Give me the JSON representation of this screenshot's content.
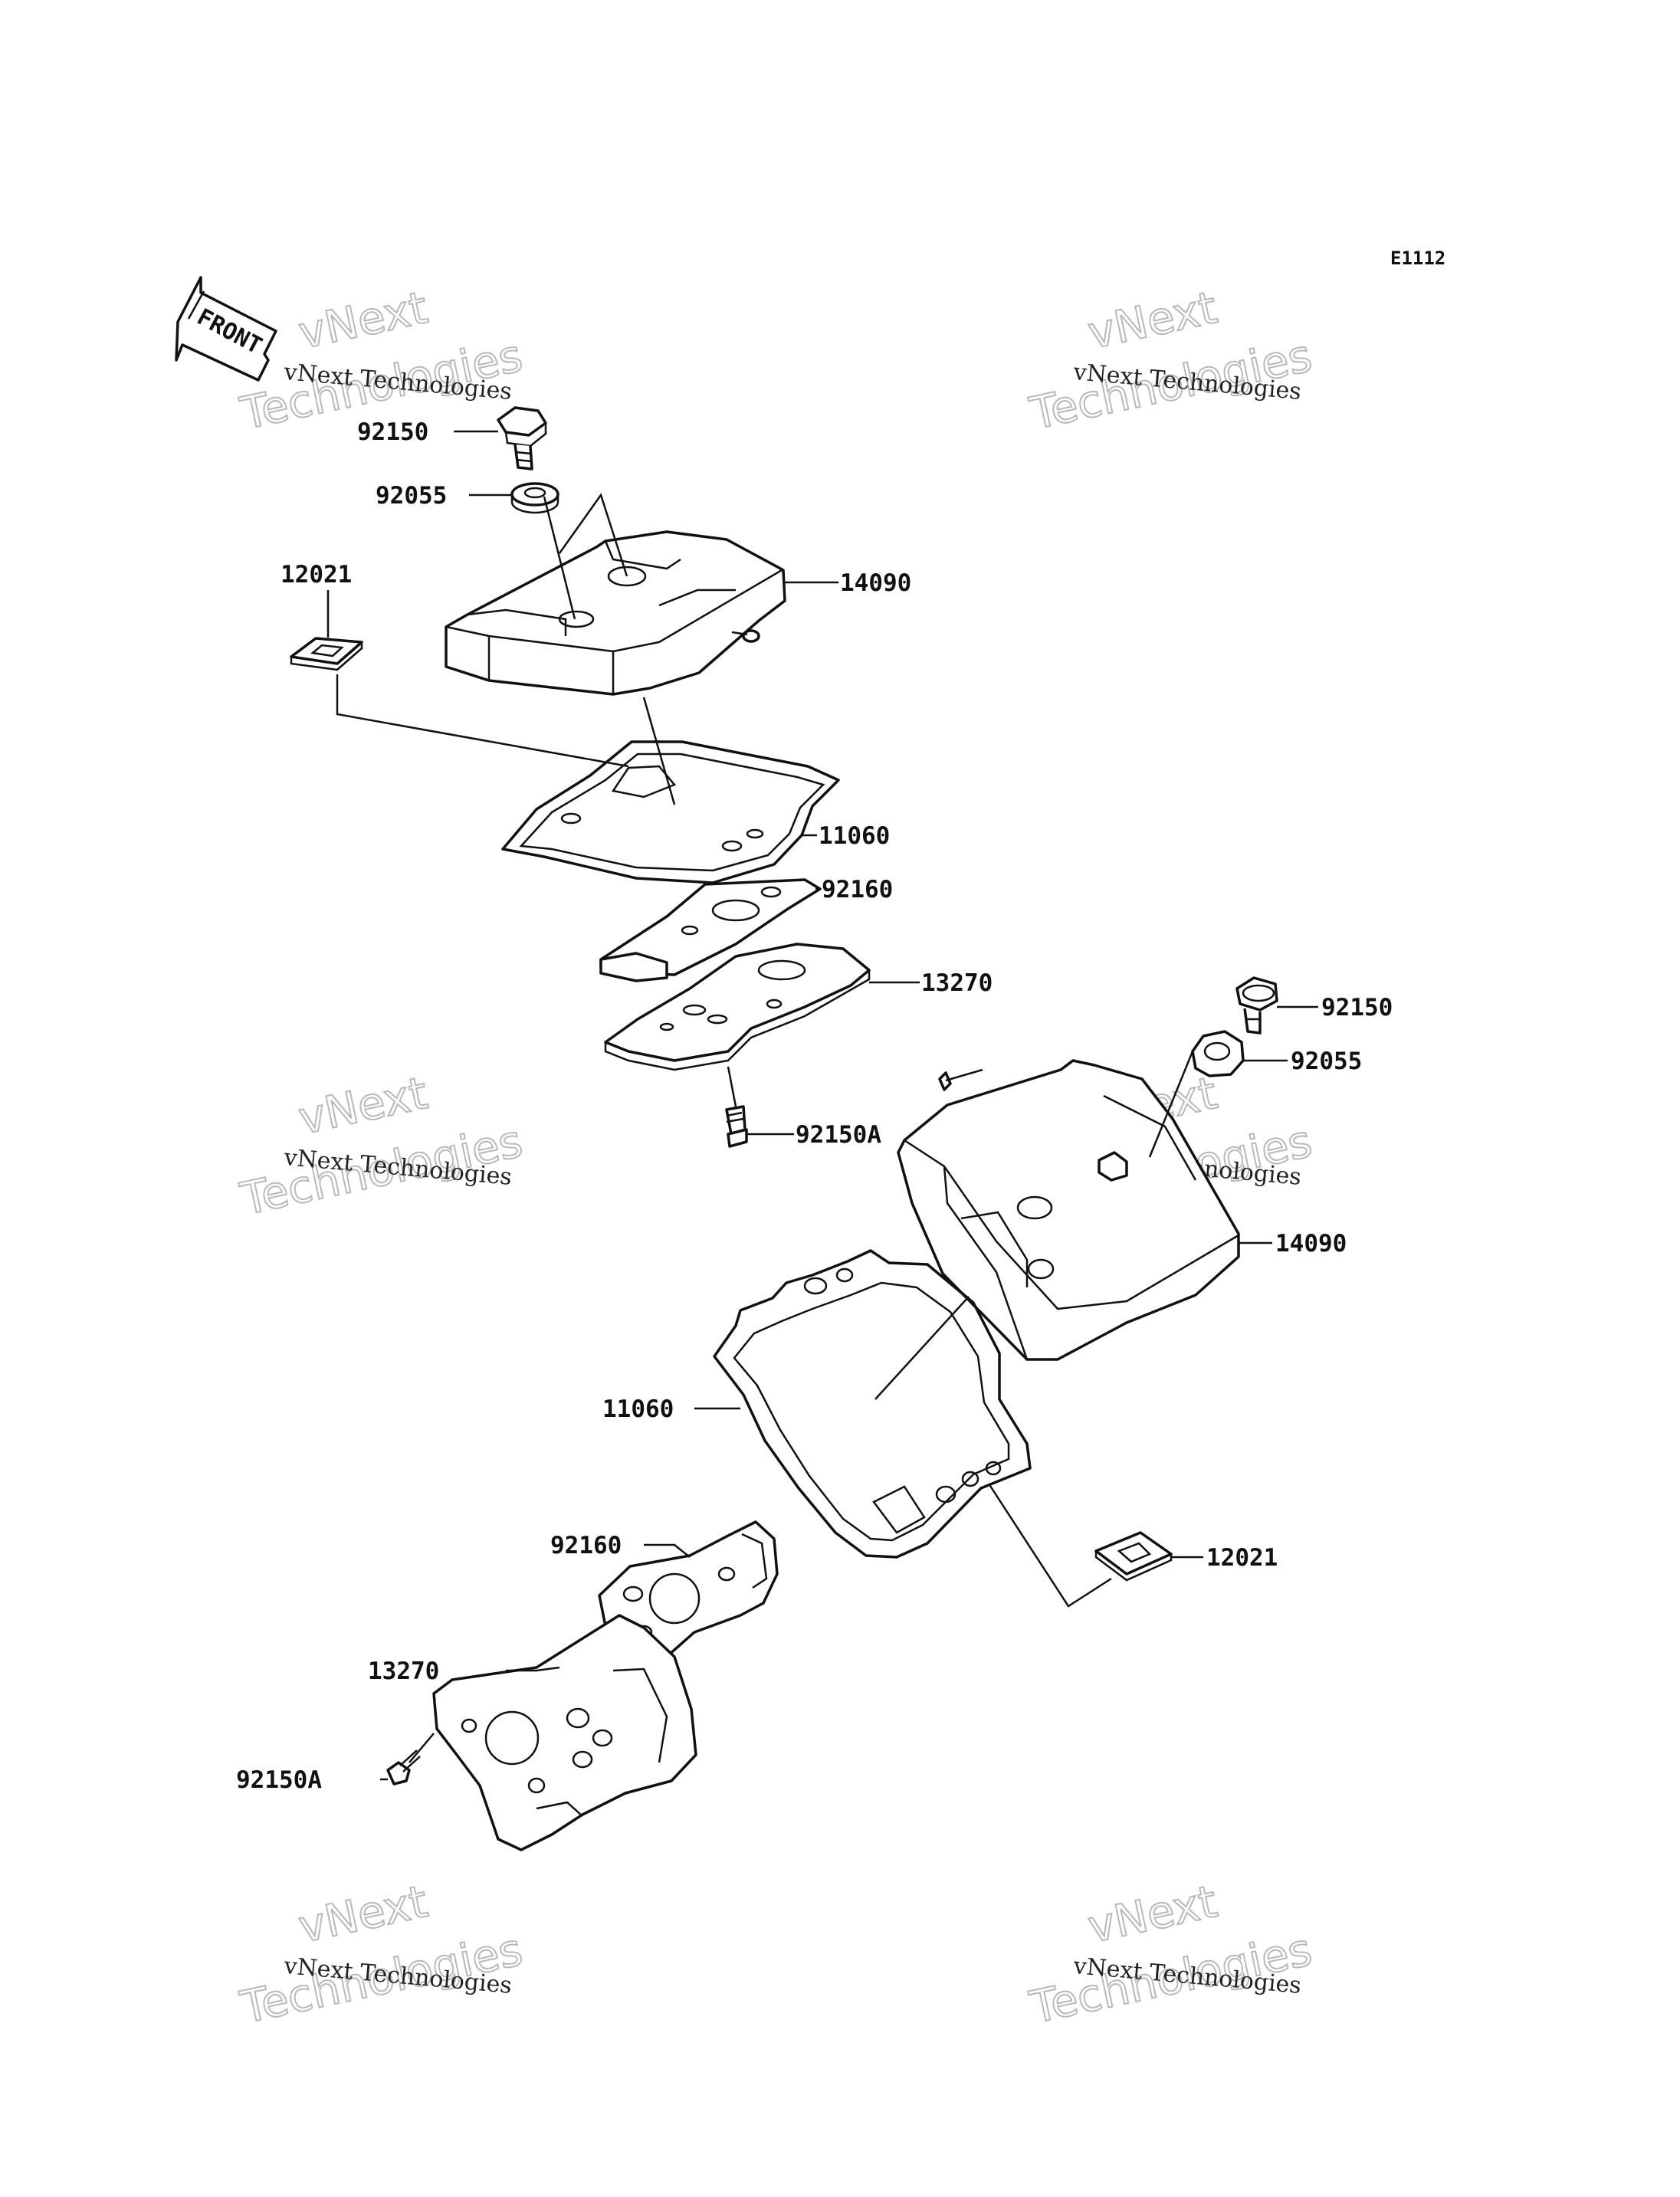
{
  "diagram_code": "E1112",
  "front_label": "FRONT",
  "watermark": {
    "line1": "vNext",
    "line2": "vNext Technologies",
    "line3": "Technologies"
  },
  "parts": {
    "upper": {
      "bolt": "92150",
      "washer": "92055",
      "cover": "14090",
      "cap": "12021",
      "gasket": "11060",
      "plate_gasket": "92160",
      "plate": "13270",
      "small_bolt": "92150A"
    },
    "lower": {
      "bolt": "92150",
      "washer": "92055",
      "cover": "14090",
      "gasket": "11060",
      "cap": "12021",
      "plate_gasket": "92160",
      "plate": "13270",
      "small_bolt": "92150A"
    }
  }
}
